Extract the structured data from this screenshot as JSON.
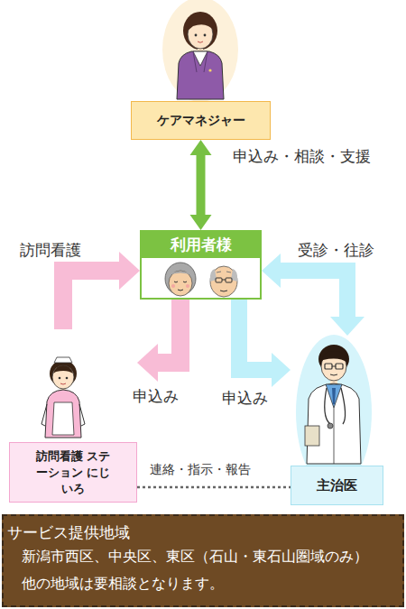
{
  "diagram": {
    "nodes": [
      {
        "text": [
          "ケアマネジャー"
        ]
      },
      {
        "text": [
          "利用者様"
        ]
      },
      {
        "text": [
          "訪問看護 ステーション にじいろ"
        ]
      },
      {
        "text": [
          "主治医"
        ]
      },
      {
        "text": [
          "サービス提供地域",
          "新潟市西区、中央区、東区（石山・東石山圏域のみ）",
          "他の地域は要相談となります。"
        ]
      }
    ],
    "edges": [
      {
        "from": 0,
        "to": 1,
        "label": "申込み・相談・支援",
        "arrow": "both"
      },
      {
        "from": 2,
        "to": 1,
        "label": "訪問看護",
        "arrow": "to"
      },
      {
        "from": 3,
        "to": 1,
        "label": "受診・往診",
        "arrow": "both"
      },
      {
        "from": 1,
        "to": 2,
        "label": "申込み",
        "arrow": "to"
      },
      {
        "from": 1,
        "to": 3,
        "label": "申込み",
        "arrow": "to"
      },
      {
        "from": 2,
        "to": 3,
        "label": "連絡・指示・報告",
        "arrow": "none"
      }
    ]
  }
}
